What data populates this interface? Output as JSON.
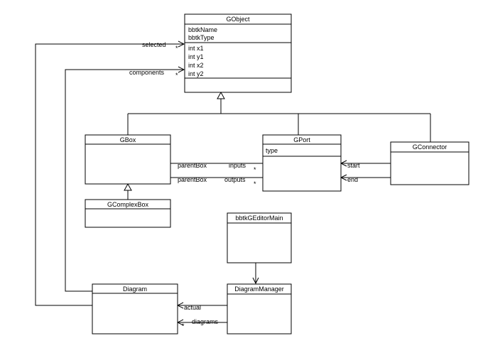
{
  "classes": {
    "gobject": {
      "name": "GObject",
      "attributes": [
        "bbtkName",
        "bbtkType"
      ],
      "fields": [
        "int x1",
        "int y1",
        "int x2",
        "int y2"
      ]
    },
    "gbox": {
      "name": "GBox"
    },
    "gport": {
      "name": "GPort",
      "attributes": [
        "type"
      ]
    },
    "gconnector": {
      "name": "GConnector"
    },
    "gcomplexbox": {
      "name": "GComplexBox"
    },
    "editormain": {
      "name": "bbtkGEditorMain"
    },
    "diagram": {
      "name": "Diagram"
    },
    "diagrammanager": {
      "name": "DiagramManager"
    }
  },
  "associations": {
    "selected": {
      "role": "selected",
      "mult": "*"
    },
    "components": {
      "role": "components",
      "mult": "*"
    },
    "inputs": {
      "source_role": "parentBox",
      "target_role": "inputs",
      "mult": "*"
    },
    "outputs": {
      "source_role": "parentBox",
      "target_role": "outputs",
      "mult": "*"
    },
    "start": {
      "role": "start"
    },
    "end": {
      "role": "end"
    },
    "actual": {
      "role": "actual"
    },
    "diagrams": {
      "role": "diagrams",
      "mult": "*"
    }
  }
}
